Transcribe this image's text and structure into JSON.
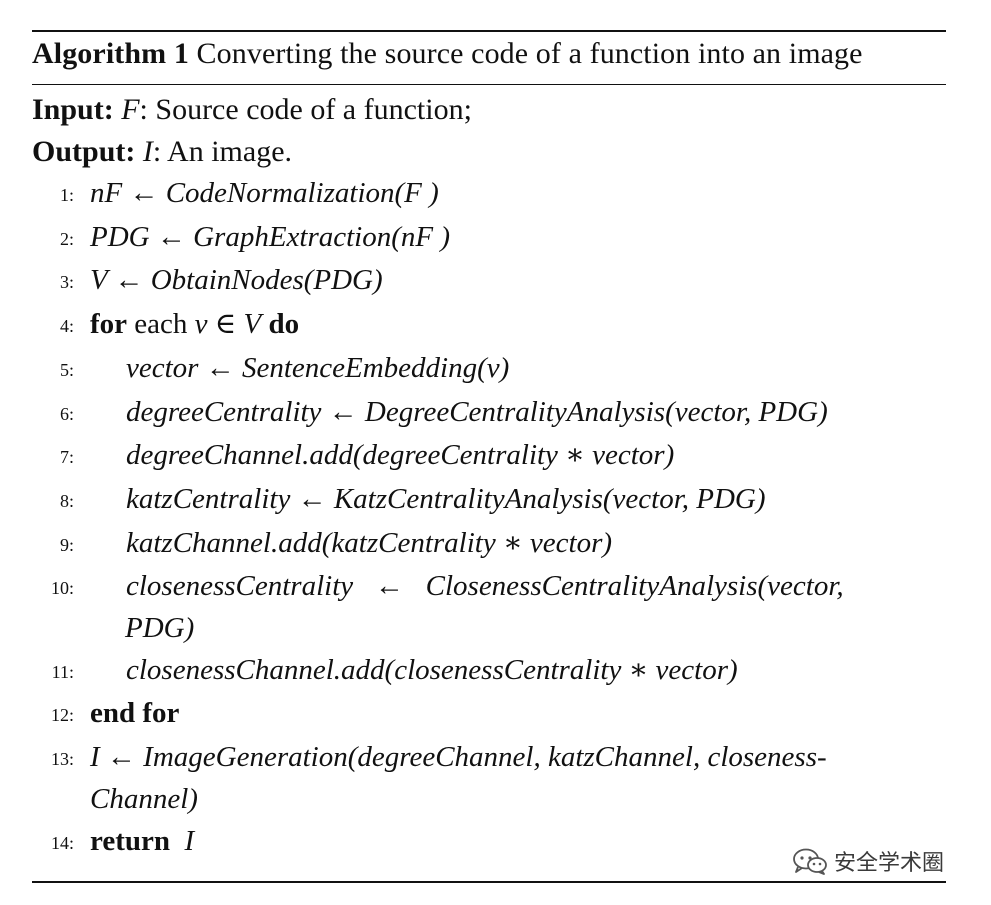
{
  "algorithm": {
    "label": "Algorithm 1",
    "caption": "Converting the source code of a function into an image",
    "input": {
      "keyword": "Input:",
      "var": "F",
      "text": ": Source code of a function;"
    },
    "output": {
      "keyword": "Output:",
      "var": "I",
      "text": ": An image."
    },
    "lines": {
      "l1": {
        "num": "1:",
        "text": "nF ← CodeNormalization(F )"
      },
      "l2": {
        "num": "2:",
        "text": "PDG ← GraphExtraction(nF )"
      },
      "l3": {
        "num": "3:",
        "text": "V ← ObtainNodes(PDG)"
      },
      "l4": {
        "num": "4:",
        "kw1": "for",
        "mid1": " each ",
        "var1": "v",
        "mid2": " ∈ ",
        "var2": "V",
        "kw2": "do"
      },
      "l5": {
        "num": "5:",
        "text": "vector ← SentenceEmbedding(v)"
      },
      "l6": {
        "num": "6:",
        "text": "degreeCentrality ← DegreeCentralityAnalysis(vector, PDG)"
      },
      "l7": {
        "num": "7:",
        "text": "degreeChannel.add(degreeCentrality ∗ vector)"
      },
      "l8": {
        "num": "8:",
        "text": "katzCentrality ← KatzCentralityAnalysis(vector, PDG)"
      },
      "l9": {
        "num": "9:",
        "text": "katzChannel.add(katzCentrality ∗ vector)"
      },
      "l10": {
        "num": "10:",
        "text_a": "closenessCentrality   ←   ClosenessCentralityAnalysis(vector,",
        "text_b": "PDG)"
      },
      "l11": {
        "num": "11:",
        "text": "closenessChannel.add(closenessCentrality ∗ vector)"
      },
      "l12": {
        "num": "12:",
        "kw": "end for"
      },
      "l13": {
        "num": "13:",
        "text_a": "I ← ImageGeneration(degreeChannel, katzChannel, closeness-",
        "text_b": "Channel)"
      },
      "l14": {
        "num": "14:",
        "kw": "return",
        "var": "I"
      }
    }
  },
  "watermark": {
    "text": "安全学术圈",
    "icon": "wechat-icon"
  }
}
